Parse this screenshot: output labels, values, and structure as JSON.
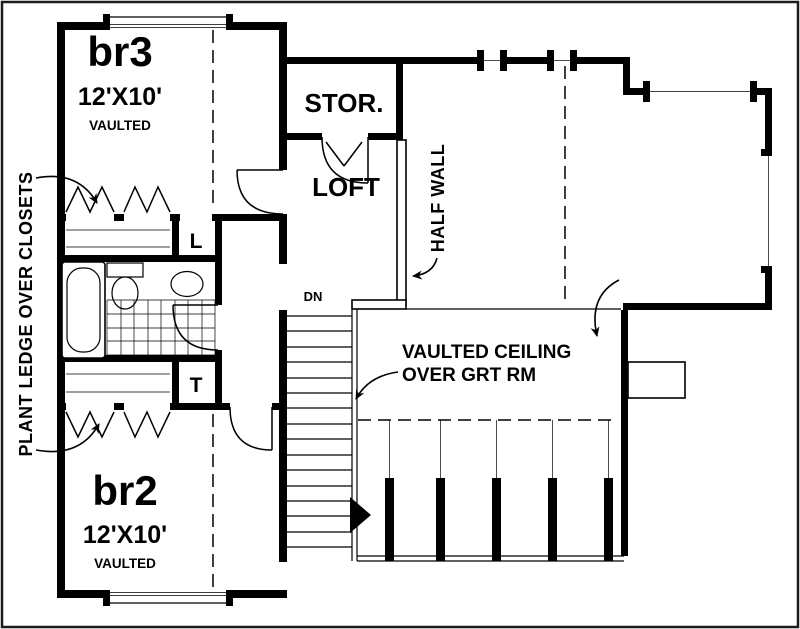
{
  "rooms": {
    "br3": {
      "name": "br3",
      "size": "12'X10'",
      "note": "VAULTED"
    },
    "br2": {
      "name": "br2",
      "size": "12'X10'",
      "note": "VAULTED"
    },
    "storage": {
      "name": "STOR."
    },
    "loft": {
      "name": "LOFT"
    },
    "linen_closet": {
      "name": "L"
    },
    "toilet_closet": {
      "name": "T"
    }
  },
  "annotations": {
    "plant_ledge": "PLANT LEDGE OVER CLOSETS",
    "half_wall": "HALF WALL",
    "vaulted_ceiling_line1": "VAULTED CEILING",
    "vaulted_ceiling_line2": "OVER GRT RM",
    "stairs_down": "DN"
  },
  "colors": {
    "ink": "#000000",
    "background": "#ffffff"
  }
}
